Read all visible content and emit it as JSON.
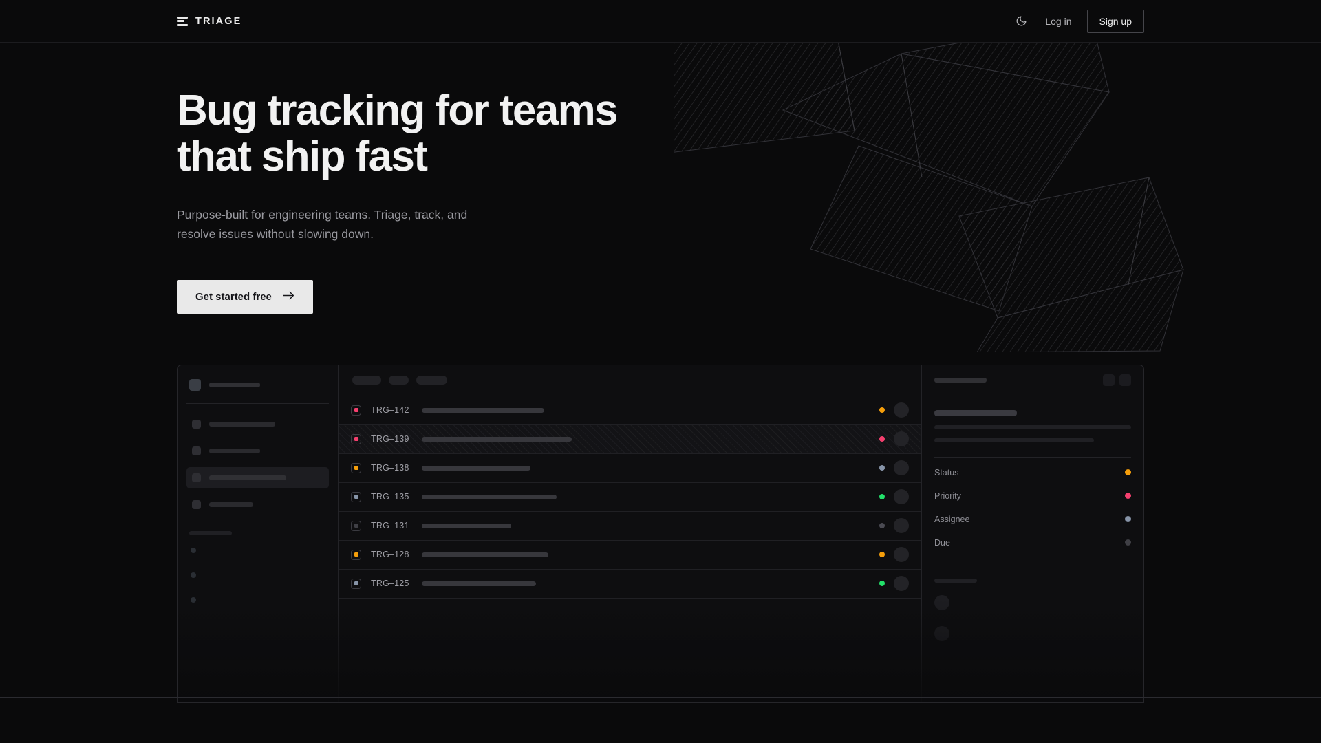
{
  "brand": {
    "name": "TRIAGE",
    "logo_icon": "stacked-bars-icon"
  },
  "nav": {
    "theme_toggle_icon": "moon-icon",
    "login_label": "Log in",
    "signup_label": "Sign up"
  },
  "hero": {
    "heading_line1": "Bug tracking for teams",
    "heading_line2": "that ship fast",
    "subheading": "Purpose-built for engineering teams. Triage, track, and resolve issues without slowing down.",
    "cta_label": "Get started free",
    "cta_icon": "arrow-right-icon"
  },
  "colors": {
    "page_bg": "#0a0a0b",
    "panel_bg": "#0e0e10",
    "border": "#26262a",
    "text_primary": "#f2f2f2",
    "text_muted": "#9a9aa0",
    "accent_orange": "#f59e0b",
    "accent_pink": "#f43f6e",
    "accent_green": "#22e06a",
    "accent_slate": "#8794a8",
    "accent_gray": "#3f3f45",
    "cta_bg": "#e9e9e9"
  },
  "mock": {
    "sidebar": {
      "nav_items": [
        {
          "width": 96,
          "active": false
        },
        {
          "width": 74,
          "active": false
        },
        {
          "width": 112,
          "active": true
        },
        {
          "width": 64,
          "active": false
        }
      ],
      "mini_dots": 3
    },
    "toolbar": {
      "pills": [
        42,
        29,
        45
      ]
    },
    "list": {
      "rows": [
        {
          "id": "TRG–142",
          "priority_color": "#f43f6e",
          "status_color": "#f59e0b",
          "title_width": 178,
          "selected": false
        },
        {
          "id": "TRG–139",
          "priority_color": "#f43f6e",
          "status_color": "#f43f6e",
          "title_width": 218,
          "selected": true
        },
        {
          "id": "TRG–138",
          "priority_color": "#f59e0b",
          "status_color": "#8794a8",
          "title_width": 158,
          "selected": false
        },
        {
          "id": "TRG–135",
          "priority_color": "#8794a8",
          "status_color": "#22e06a",
          "title_width": 196,
          "selected": false
        },
        {
          "id": "TRG–131",
          "priority_color": "#3f3f45",
          "status_color": "#4a4a52",
          "title_width": 130,
          "selected": false
        },
        {
          "id": "TRG–128",
          "priority_color": "#f59e0b",
          "status_color": "#f59e0b",
          "title_width": 184,
          "selected": false
        },
        {
          "id": "TRG–125",
          "priority_color": "#8794a8",
          "status_color": "#22e06a",
          "title_width": 166,
          "selected": false
        }
      ]
    },
    "detail": {
      "header_title_width": 76,
      "action_buttons": 2,
      "title_width": 120,
      "body_lines": [
        286,
        232
      ],
      "meta": [
        {
          "label": "Status",
          "color": "#f59e0b"
        },
        {
          "label": "Priority",
          "color": "#f43f6e"
        },
        {
          "label": "Assignee",
          "color": "#8794a8"
        },
        {
          "label": "Due",
          "color": "#3f3f45"
        }
      ],
      "activity_avatars": 2
    }
  }
}
